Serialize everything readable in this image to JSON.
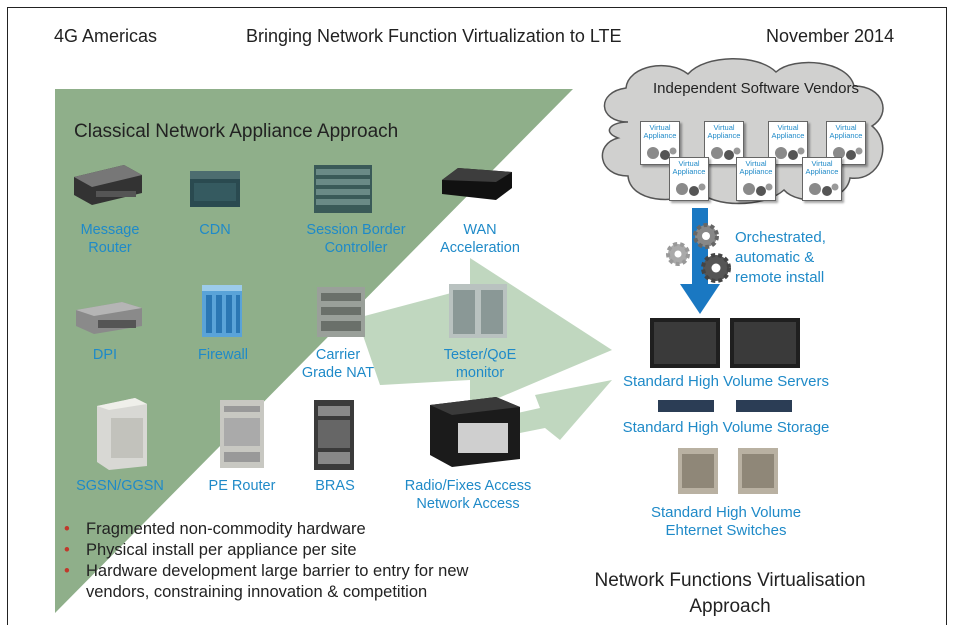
{
  "header": {
    "org": "4G Americas",
    "title": "Bringing Network Function Virtualization to LTE",
    "date": "November 2014"
  },
  "classical": {
    "heading": "Classical Network Appliance Approach",
    "appliances": [
      {
        "l1": "Message",
        "l2": "Router"
      },
      {
        "l1": "CDN",
        "l2": ""
      },
      {
        "l1": "Session Border",
        "l2": "Controller"
      },
      {
        "l1": "WAN",
        "l2": "Acceleration"
      },
      {
        "l1": "DPI",
        "l2": ""
      },
      {
        "l1": "Firewall",
        "l2": ""
      },
      {
        "l1": "Carrier",
        "l2": "Grade NAT"
      },
      {
        "l1": "Tester/QoE",
        "l2": "monitor"
      },
      {
        "l1": "SGSN/GGSN",
        "l2": ""
      },
      {
        "l1": "PE Router",
        "l2": ""
      },
      {
        "l1": "BRAS",
        "l2": ""
      },
      {
        "l1": "Radio/Fixes Access",
        "l2": "Network Access"
      }
    ],
    "bullets": [
      "Fragmented non-commodity hardware",
      "Physical install per appliance per site",
      "Hardware development large barrier to entry for new",
      "vendors, constraining innovation & competition"
    ]
  },
  "nfv": {
    "cloud_label": "Independent Software Vendors",
    "va_l1": "Virtual",
    "va_l2": "Appliance",
    "orchestrated": [
      "Orchestrated,",
      "automatic &",
      "remote install"
    ],
    "servers": "Standard High Volume Servers",
    "storage": "Standard High Volume Storage",
    "switches_l1": "Standard High Volume",
    "switches_l2": "Ehternet Switches",
    "approach_l1": "Network Functions Virtualisation",
    "approach_l2": "Approach"
  },
  "colors": {
    "green": "#8faf8a",
    "arrow": "#b9d3b8",
    "label_blue": "#1f8ac8",
    "bullet_red": "#c0392b",
    "down_arrow": "#1a78c2"
  }
}
